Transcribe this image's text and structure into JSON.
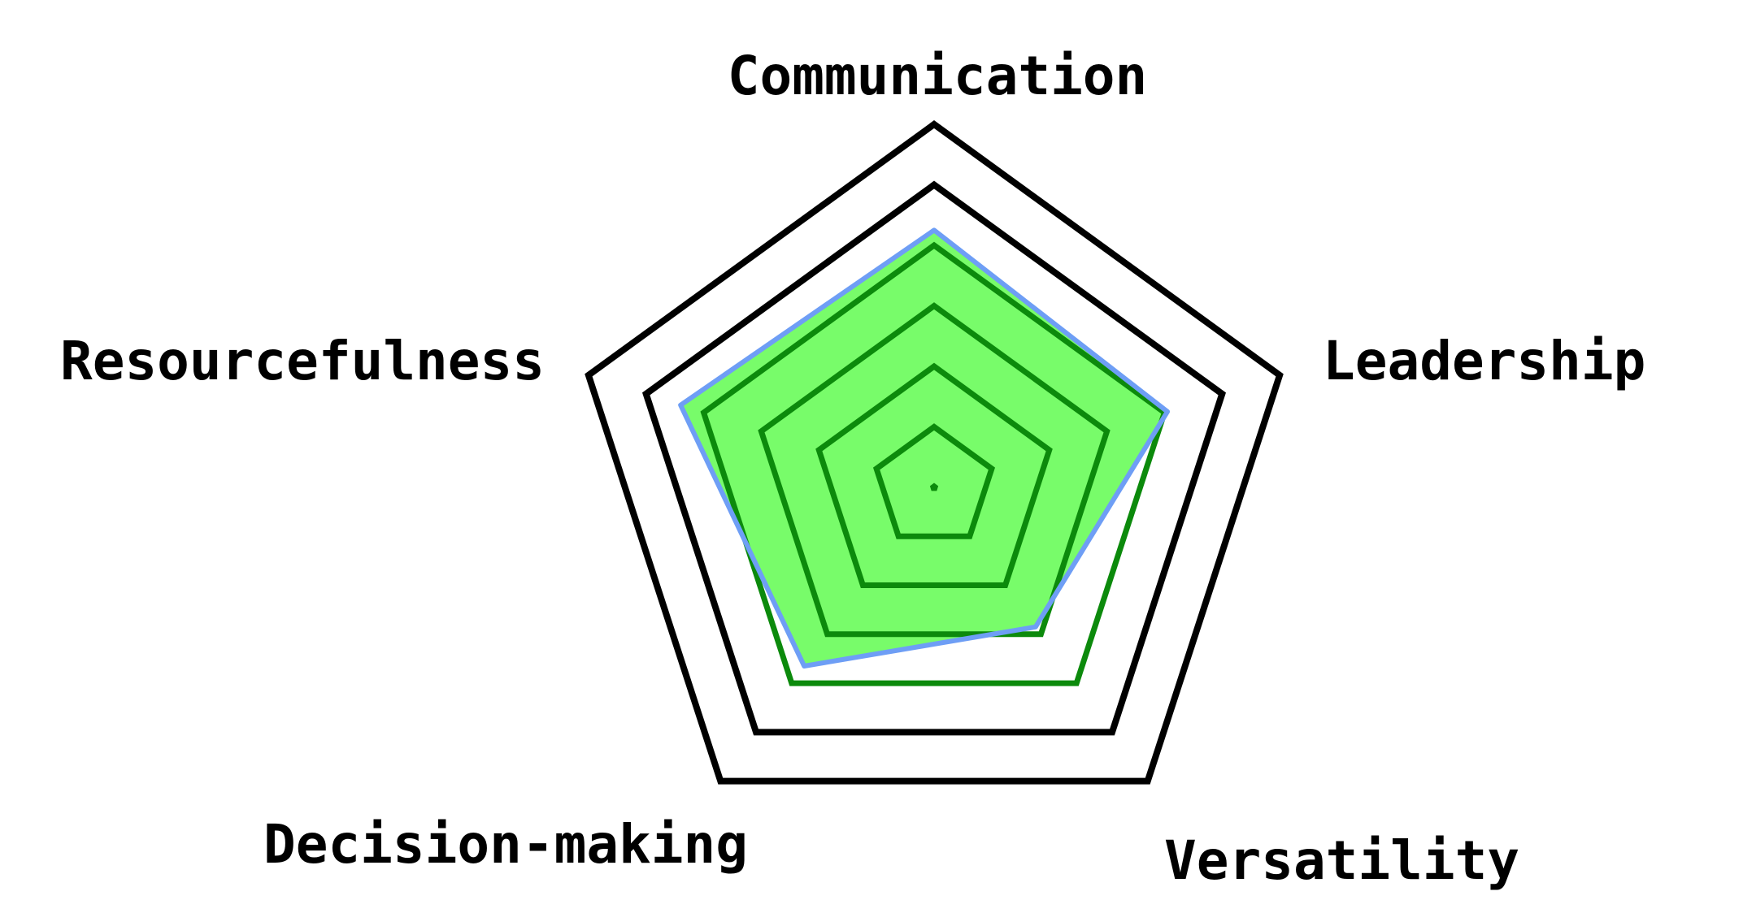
{
  "chart_data": {
    "type": "radar",
    "axes": [
      "Communication",
      "Leadership",
      "Versatility",
      "Decision-making",
      "Resourcefulness"
    ],
    "series": [
      {
        "values": [
          0.85,
          0.81,
          0.57,
          0.73,
          0.88
        ]
      }
    ],
    "rlim": [
      0,
      1.2
    ],
    "grid_levels": [
      0.2,
      0.4,
      0.6,
      0.8,
      1.0,
      1.2
    ],
    "colors": {
      "fill": "#78fc6a",
      "inner_grid": "#0c8a0c",
      "outer_grid": "#000000",
      "outline_light": "#6e9ef5",
      "outline_dark": "#1a3a8a"
    }
  }
}
